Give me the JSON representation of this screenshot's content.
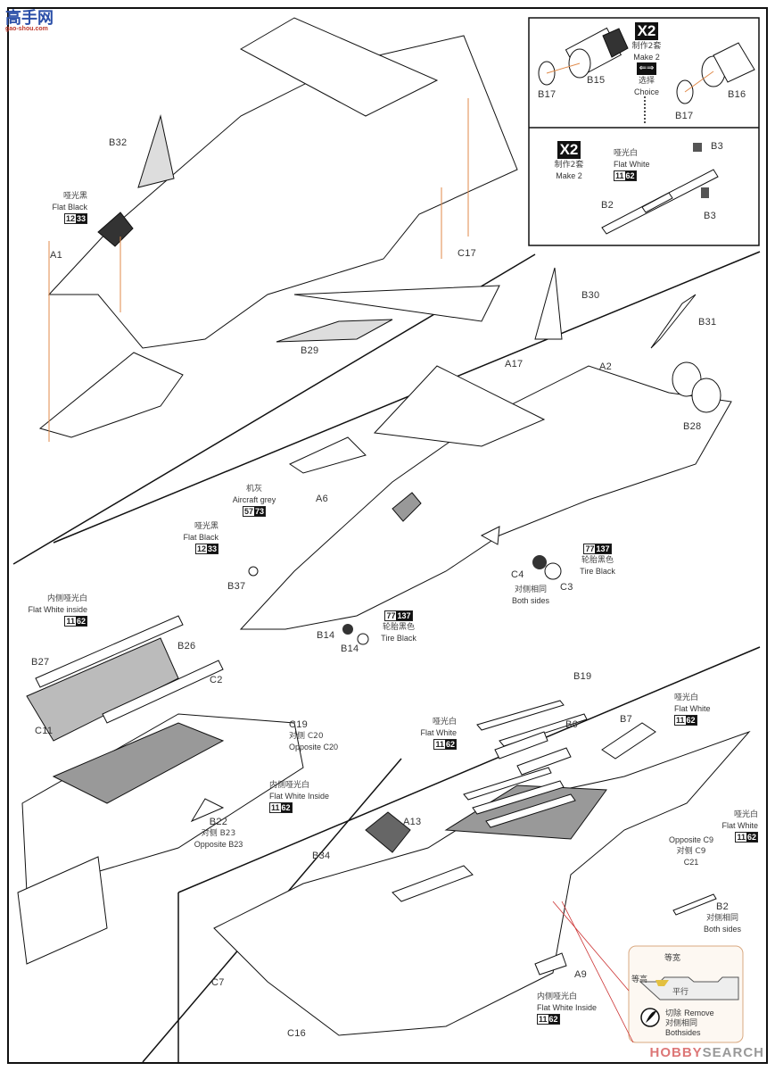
{
  "site_logo": {
    "chars": "高手网",
    "url_text": "gao-shou.com"
  },
  "watermark": {
    "part1": "HOBBY",
    "part2": "SEARCH"
  },
  "inset_top": {
    "multiplier": "X2",
    "make_cn": "制作2套",
    "make_en": "Make 2",
    "choice_icon": "choice-arrows",
    "choice_cn": "选择",
    "choice_en": "Choice",
    "parts": {
      "left_disc": "B17",
      "left_nozzle": "B15",
      "right_disc": "B17",
      "right_nozzle": "B16"
    }
  },
  "inset_missile": {
    "multiplier": "X2",
    "make_cn": "制作2套",
    "make_en": "Make 2",
    "paint": {
      "cn": "哑光白",
      "en": "Flat White",
      "code_a": "11",
      "code_b": "62"
    },
    "parts": {
      "body": "B2",
      "fin_top": "B3",
      "fin_bottom": "B3"
    }
  },
  "step1": {
    "parts": {
      "fin": "B32",
      "nose": "A1",
      "ventral": "C17",
      "strake": "B29"
    },
    "paint": {
      "cn": "哑光黑",
      "en": "Flat Black",
      "code_a": "12",
      "code_b": "33"
    }
  },
  "step2": {
    "parts": {
      "tail": "B30",
      "tail_base": "A17",
      "stab": "B31",
      "stab_base": "A2",
      "nozzles": "B28",
      "canopy": "A6",
      "mirror": "B37",
      "wheel_c4": "C4",
      "wheel_c3": "C3",
      "nose_wheel_a": "B14",
      "nose_wheel_b": "B14"
    },
    "paint_grey": {
      "cn": "机灰",
      "en": "Aircraft grey",
      "code_a": "57",
      "code_b": "73"
    },
    "paint_black": {
      "cn": "哑光黑",
      "en": "Flat Black",
      "code_a": "12",
      "code_b": "33"
    },
    "tire_main": {
      "code_a": "77",
      "code_b": "137",
      "cn": "轮胎黑色",
      "en": "Tire Black"
    },
    "tire_nose": {
      "code_a": "77",
      "code_b": "137",
      "cn": "轮胎黑色",
      "en": "Tire Black"
    },
    "both_sides_cn": "对侧相同",
    "both_sides_en": "Both sides"
  },
  "step3": {
    "paint_top": {
      "cn": "内侧哑光白",
      "en": "Flat White inside",
      "code_a": "11",
      "code_b": "62"
    },
    "paint_bottom": {
      "cn": "内侧哑光白",
      "en": "Flat White Inside",
      "code_a": "11",
      "code_b": "62"
    },
    "parts": {
      "door_left": "B27",
      "door_right": "B26",
      "c2": "C2",
      "c11": "C11",
      "c19": "C19",
      "b22": "B22"
    },
    "c19_opp_cn": "对侧 C20",
    "c19_opp_en": "Opposite C20",
    "b22_opp_cn": "对侧 B23",
    "b22_opp_en": "Opposite B23"
  },
  "step4": {
    "parts": {
      "missiles": "B19",
      "rails": "B6",
      "canopy_frame": "B7",
      "a13": "A13",
      "b34": "B34",
      "c7": "C7",
      "c16": "C16",
      "a9": "A9",
      "c21": "C21",
      "b2": "B2"
    },
    "paint_missiles": {
      "cn": "哑光白",
      "en": "Flat White",
      "code_a": "11",
      "code_b": "62"
    },
    "paint_b7": {
      "cn": "哑光白",
      "en": "Flat White",
      "code_a": "11",
      "code_b": "62"
    },
    "paint_b2": {
      "cn": "哑光白",
      "en": "Flat White",
      "code_a": "11",
      "code_b": "62"
    },
    "paint_a9": {
      "cn": "内侧哑光白",
      "en": "Flat White Inside",
      "code_a": "11",
      "code_b": "62"
    },
    "c21_opp_en": "Opposite C9",
    "c21_opp_cn": "对侧 C9",
    "b2_both_cn": "对侧相同",
    "b2_both_en": "Both sides",
    "detail": {
      "equal_width": "等宽",
      "equal_height": "等高",
      "parallel": "平行",
      "remove_cn": "切除",
      "remove_en": "Remove",
      "both_cn": "对侧相同",
      "both_en": "Bothsides"
    }
  }
}
